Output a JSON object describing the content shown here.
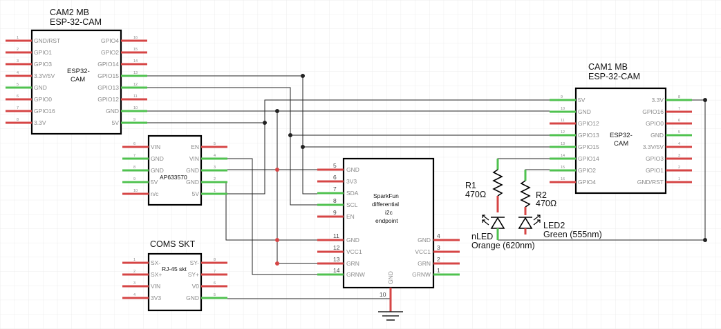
{
  "cam2": {
    "title1": "CAM2 MB",
    "title2": "ESP-32-CAM",
    "label1": "ESP32-",
    "label2": "CAM",
    "left_pins": [
      {
        "num": "1",
        "name": "GND/RST",
        "color": "red"
      },
      {
        "num": "2",
        "name": "GPIO1",
        "color": "red"
      },
      {
        "num": "3",
        "name": "GPIO3",
        "color": "red"
      },
      {
        "num": "4",
        "name": "3.3V/5V",
        "color": "red"
      },
      {
        "num": "5",
        "name": "GND",
        "color": "green"
      },
      {
        "num": "6",
        "name": "GPIO0",
        "color": "red"
      },
      {
        "num": "7",
        "name": "GPIO16",
        "color": "red"
      },
      {
        "num": "8",
        "name": "3.3V",
        "color": "red"
      }
    ],
    "right_pins": [
      {
        "num": "16",
        "name": "GPIO4",
        "color": "red"
      },
      {
        "num": "15",
        "name": "GPIO2",
        "color": "red"
      },
      {
        "num": "14",
        "name": "GPIO14",
        "color": "red"
      },
      {
        "num": "13",
        "name": "GPIO15",
        "color": "green"
      },
      {
        "num": "12",
        "name": "GPIO13",
        "color": "green"
      },
      {
        "num": "11",
        "name": "GPIO12",
        "color": "red"
      },
      {
        "num": "10",
        "name": "GND",
        "color": "green"
      },
      {
        "num": "9",
        "name": "5V",
        "color": "green"
      }
    ]
  },
  "cam1": {
    "title1": "CAM1 MB",
    "title2": "ESP-32-CAM",
    "label1": "ESP32-",
    "label2": "CAM",
    "left_pins": [
      {
        "num": "9",
        "name": "5V",
        "color": "green"
      },
      {
        "num": "10",
        "name": "GND",
        "color": "green"
      },
      {
        "num": "11",
        "name": "GPIO12",
        "color": "red"
      },
      {
        "num": "12",
        "name": "GPIO13",
        "color": "green"
      },
      {
        "num": "13",
        "name": "GPIO15",
        "color": "green"
      },
      {
        "num": "14",
        "name": "GPIO14",
        "color": "green"
      },
      {
        "num": "15",
        "name": "GPIO2",
        "color": "green"
      },
      {
        "num": "16",
        "name": "GPIO4",
        "color": "red"
      }
    ],
    "right_pins": [
      {
        "num": "8",
        "name": "3.3V",
        "color": "green"
      },
      {
        "num": "7",
        "name": "GPIO16",
        "color": "red"
      },
      {
        "num": "6",
        "name": "GPIO0",
        "color": "red"
      },
      {
        "num": "5",
        "name": "GND",
        "color": "green"
      },
      {
        "num": "4",
        "name": "3.3V/5V",
        "color": "red"
      },
      {
        "num": "3",
        "name": "GPIO3",
        "color": "red"
      },
      {
        "num": "2",
        "name": "GPIO1",
        "color": "red"
      },
      {
        "num": "1",
        "name": "GND/RST",
        "color": "red"
      }
    ]
  },
  "regulator": {
    "label": "AP633570",
    "left_pins": [
      {
        "num": "6",
        "name": "VIN",
        "color": "red"
      },
      {
        "num": "7",
        "name": "GND",
        "color": "green"
      },
      {
        "num": "8",
        "name": "GND",
        "color": "green"
      },
      {
        "num": "9",
        "name": "5V",
        "color": "green"
      },
      {
        "num": "10",
        "name": "n/c",
        "color": "red"
      }
    ],
    "right_pins": [
      {
        "num": "5",
        "name": "EN",
        "color": "red"
      },
      {
        "num": "4",
        "name": "VIN",
        "color": "green"
      },
      {
        "num": "3",
        "name": "GND",
        "color": "green"
      },
      {
        "num": "2",
        "name": "GND",
        "color": "green"
      },
      {
        "num": "1",
        "name": "5V",
        "color": "green"
      }
    ]
  },
  "coms": {
    "title": "COMS SKT",
    "label": "RJ-45 skt",
    "left_pins": [
      {
        "num": "1",
        "name": "SX-",
        "color": "red"
      },
      {
        "num": "2",
        "name": "SX+",
        "color": "red"
      },
      {
        "num": "3",
        "name": "VIN",
        "color": "red"
      },
      {
        "num": "4",
        "name": "3V3",
        "color": "red"
      }
    ],
    "right_pins": [
      {
        "num": "8",
        "name": "SY-",
        "color": "red"
      },
      {
        "num": "7",
        "name": "SY+",
        "color": "red"
      },
      {
        "num": "6",
        "name": "V0",
        "color": "red"
      },
      {
        "num": "5",
        "name": "GND",
        "color": "green"
      }
    ]
  },
  "sparkfun": {
    "label1": "SparkFun",
    "label2": "differential",
    "label3": "i2c",
    "label4": "endpoint",
    "bottom_pin_name": "GND",
    "bottom_pin_num": "10",
    "left_pins": [
      {
        "num": "5",
        "name": "GND",
        "color": "red"
      },
      {
        "num": "6",
        "name": "3V3",
        "color": "red"
      },
      {
        "num": "7",
        "name": "SDA",
        "color": "green"
      },
      {
        "num": "8",
        "name": "SCL",
        "color": "green"
      },
      {
        "num": "9",
        "name": "EN",
        "color": "red"
      },
      {
        "num": "11",
        "name": "GND",
        "color": "red"
      },
      {
        "num": "12",
        "name": "VCC1",
        "color": "red"
      },
      {
        "num": "13",
        "name": "GRN",
        "color": "red"
      },
      {
        "num": "14",
        "name": "GRNW",
        "color": "green"
      }
    ],
    "right_pins": [
      {
        "num": "4",
        "name": "GND",
        "color": "red"
      },
      {
        "num": "3",
        "name": "VCC1",
        "color": "red"
      },
      {
        "num": "2",
        "name": "GRN",
        "color": "red"
      },
      {
        "num": "1",
        "name": "GRNW",
        "color": "green"
      }
    ]
  },
  "r1": {
    "name": "R1",
    "value": "470Ω"
  },
  "r2": {
    "name": "R2",
    "value": "470Ω"
  },
  "led1": {
    "name": "nLED",
    "desc": "Orange (620nm)"
  },
  "led2": {
    "name": "LED2",
    "desc": "Green (555nm)"
  }
}
